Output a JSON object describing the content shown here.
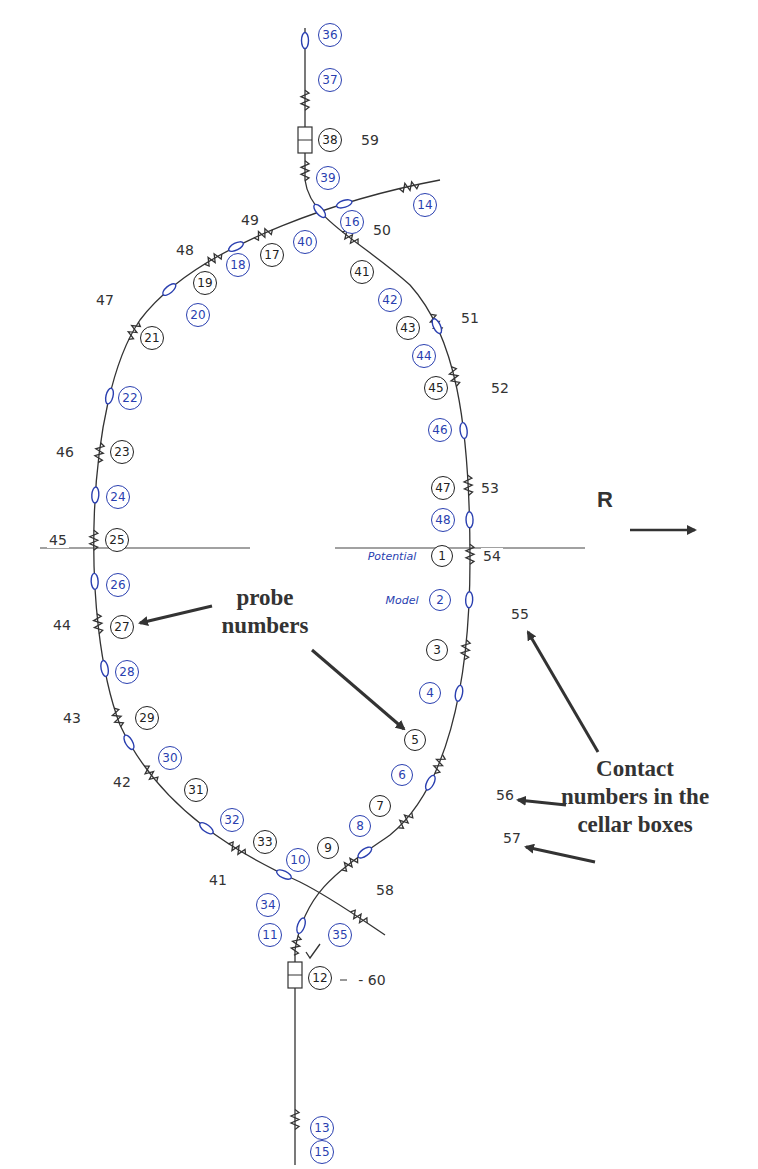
{
  "diagram": {
    "nodes": [
      {
        "text": [
          "36"
        ]
      },
      {
        "text": [
          "37"
        ]
      },
      {
        "text": [
          "38"
        ]
      },
      {
        "text": [
          "39"
        ]
      },
      {
        "text": [
          "14"
        ]
      },
      {
        "text": [
          "16"
        ]
      },
      {
        "text": [
          "40"
        ]
      },
      {
        "text": [
          "17"
        ]
      },
      {
        "text": [
          "18"
        ]
      },
      {
        "text": [
          "19"
        ]
      },
      {
        "text": [
          "20"
        ]
      },
      {
        "text": [
          "41"
        ]
      },
      {
        "text": [
          "42"
        ]
      },
      {
        "text": [
          "43"
        ]
      },
      {
        "text": [
          "44"
        ]
      },
      {
        "text": [
          "21"
        ]
      },
      {
        "text": [
          "45"
        ]
      },
      {
        "text": [
          "22"
        ]
      },
      {
        "text": [
          "46"
        ]
      },
      {
        "text": [
          "23"
        ]
      },
      {
        "text": [
          "47"
        ]
      },
      {
        "text": [
          "24"
        ]
      },
      {
        "text": [
          "48"
        ]
      },
      {
        "text": [
          "25"
        ]
      },
      {
        "text": [
          "1"
        ]
      },
      {
        "text": [
          "26"
        ]
      },
      {
        "text": [
          "2"
        ]
      },
      {
        "text": [
          "27"
        ]
      },
      {
        "text": [
          "3"
        ]
      },
      {
        "text": [
          "28"
        ]
      },
      {
        "text": [
          "4"
        ]
      },
      {
        "text": [
          "29"
        ]
      },
      {
        "text": [
          "5"
        ]
      },
      {
        "text": [
          "30"
        ]
      },
      {
        "text": [
          "6"
        ]
      },
      {
        "text": [
          "31"
        ]
      },
      {
        "text": [
          "7"
        ]
      },
      {
        "text": [
          "32"
        ]
      },
      {
        "text": [
          "8"
        ]
      },
      {
        "text": [
          "33"
        ]
      },
      {
        "text": [
          "9"
        ]
      },
      {
        "text": [
          "10"
        ]
      },
      {
        "text": [
          "34"
        ]
      },
      {
        "text": [
          "35"
        ]
      },
      {
        "text": [
          "11"
        ]
      },
      {
        "text": [
          "12"
        ]
      },
      {
        "text": [
          "13"
        ]
      },
      {
        "text": [
          "15"
        ]
      }
    ],
    "labels": [
      "59",
      "49",
      "50",
      "48",
      "47",
      "51",
      "52",
      "46",
      "53",
      "45",
      "Potential",
      "54",
      "Model",
      "probe numbers",
      "55",
      "44",
      "43",
      "42",
      "56",
      "Contact numbers in the cellar boxes",
      "57",
      "41",
      "58",
      "- 60",
      "R"
    ]
  }
}
